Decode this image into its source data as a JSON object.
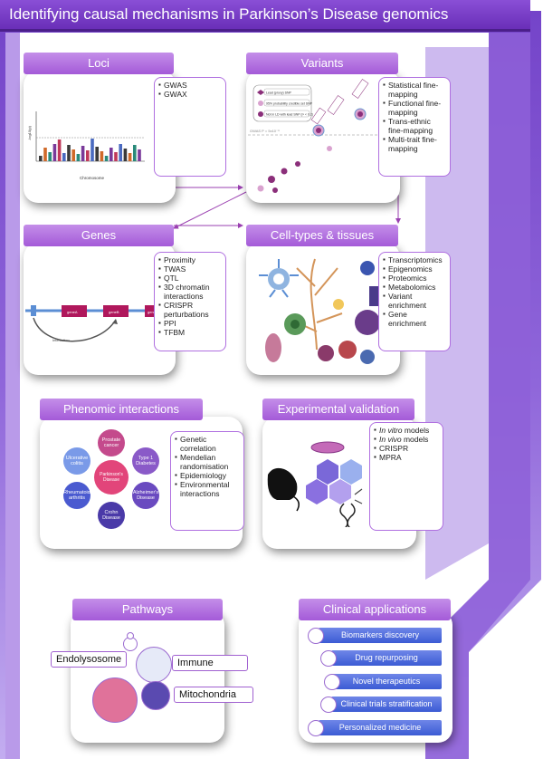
{
  "title": "Identifying causal mechanisms in Parkinson’s Disease genomics",
  "loci": {
    "header": "Loci",
    "items": [
      "GWAS",
      "GWAX"
    ],
    "plot": {
      "ylabel": "-log10(p)",
      "xlabel": "Chromosome"
    }
  },
  "variants": {
    "header": "Variants",
    "items": [
      "Statistical fine-mapping",
      "Functional fine-mapping",
      "Trans-ethnic fine-mapping",
      "Multi-trait fine-mapping"
    ],
    "legend": [
      "Lead (proxy) SNP",
      "95% probability credible set SNP",
      "Not in LD with lead SNP (r² < 0.2)"
    ],
    "threshold": "GWAS P = 5x10⁻⁸"
  },
  "genes": {
    "header": "Genes",
    "items": [
      "Proximity",
      "TWAS",
      "QTL",
      "3D chromatin interactions",
      "CRISPR perturbations",
      "PPI",
      "TFBM"
    ],
    "gene_labels": [
      "geneA",
      "geneB",
      "geneC"
    ],
    "interaction": "Interaction"
  },
  "cells": {
    "header": "Cell-types & tissues",
    "items": [
      "Transcriptomics",
      "Epigenomics",
      "Proteomics",
      "Metabolomics",
      "Variant enrichment",
      "Gene enrichment"
    ]
  },
  "phenomic": {
    "header": "Phenomic interactions",
    "center": "Parkinson's Disease",
    "nodes": [
      "Prostate cancer",
      "Type 1 Diabetes",
      "Alzheimer's Disease",
      "Crohn Disease",
      "Rheumatoid arthritis",
      "Ulcerative colitis"
    ],
    "items": [
      "Genetic correlation",
      "Mendelian randomisation",
      "Epidemiology",
      "Environmental interactions"
    ]
  },
  "experimental": {
    "header": "Experimental validation",
    "items_italic": [
      "In vitro",
      "In vivo"
    ],
    "items_suffix": [
      " models",
      " models"
    ],
    "items": [
      "CRISPR",
      "MPRA"
    ]
  },
  "pathways": {
    "header": "Pathways",
    "labels": [
      "Endolysosome",
      "Immune",
      "Mitochondria"
    ]
  },
  "clinical": {
    "header": "Clinical applications",
    "items": [
      "Biomarkers discovery",
      "Drug repurposing",
      "Novel therapeutics",
      "Clinical trials stratification",
      "Personalized medicine"
    ]
  },
  "colors": {
    "purple": "#7b3fc8",
    "lavender": "#b98be8",
    "blue": "#3b5bd4"
  }
}
